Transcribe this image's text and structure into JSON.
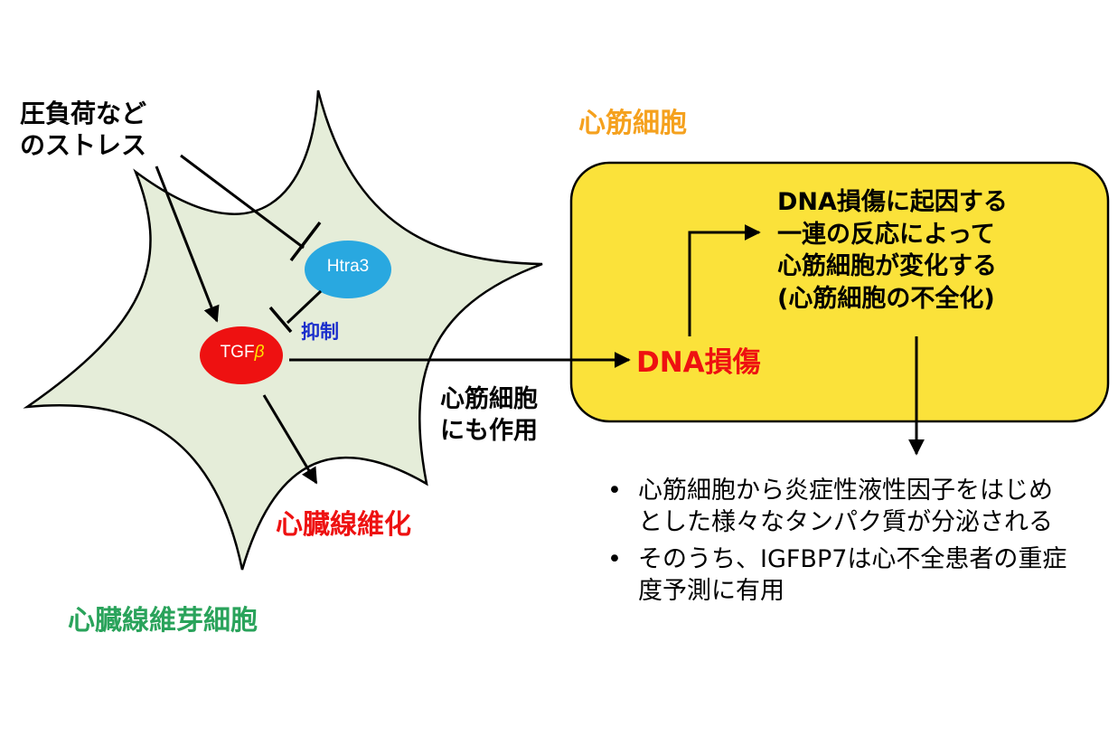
{
  "stress": {
    "line1": "圧負荷など",
    "line2": "のストレス"
  },
  "nodes": {
    "htra3": "Htra3",
    "tgf": "TGF",
    "tgf_symbol": "β"
  },
  "inhibit_label": "抑制",
  "fibrosis_label": "心臓線維化",
  "fibroblast_label": "心臓線維芽細胞",
  "also_cardio": {
    "line1": "心筋細胞",
    "line2": "にも作用"
  },
  "cardiomyocyte": {
    "title": "心筋細胞",
    "box_lines": [
      "DNA損傷に起因する",
      "一連の反応によって",
      "心筋細胞が変化する",
      "(心筋細胞の不全化)"
    ]
  },
  "dna_damage_label": "DNA損傷",
  "bullets": [
    {
      "marker": "•",
      "text": "心筋細胞から炎症性液性因子をはじめとした様々なタンパク質が分泌される"
    },
    {
      "marker": "•",
      "text": "そのうち、IGFBP7は心不全患者の重症度予測に有用"
    }
  ],
  "colors": {
    "fibroblast_fill": "#E5EDD9",
    "htra3_fill": "#29A8E0",
    "tgf_fill": "#EE1111",
    "box_fill": "#FBE23A",
    "title_orange": "#F5A11E",
    "fibroblast_green": "#2AA35B",
    "inhibit_blue": "#1A2ECC",
    "red": "#EE1111"
  }
}
